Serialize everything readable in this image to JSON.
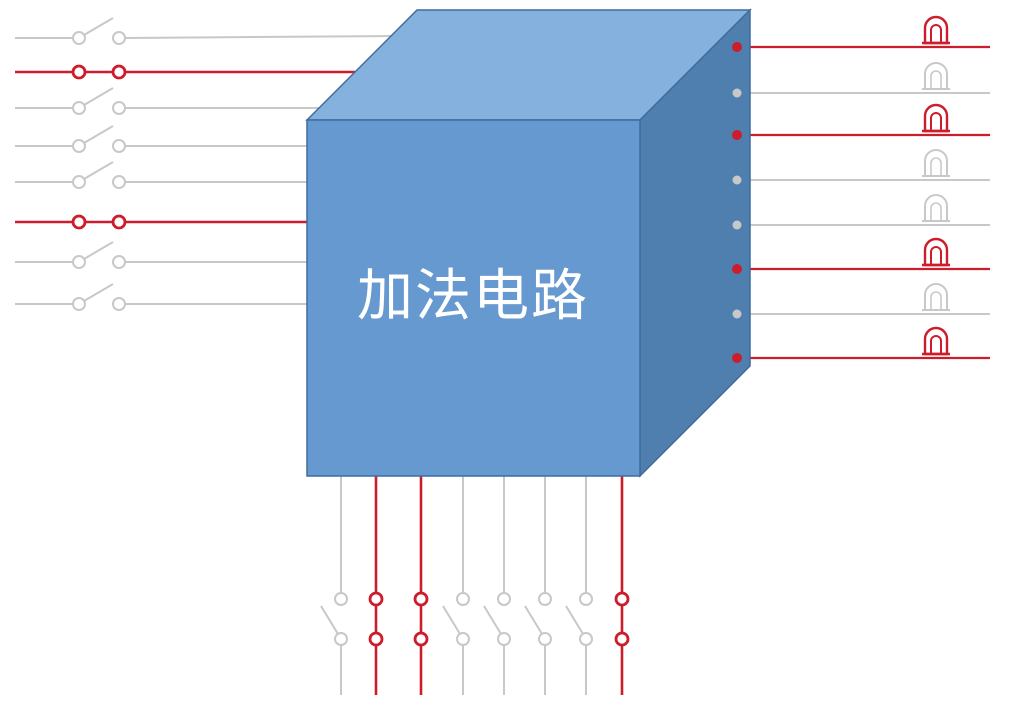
{
  "diagram": {
    "title": "加法电路",
    "colors": {
      "on": "#cc1d2c",
      "off": "#c8c8c8",
      "cube_front": "#6699cf",
      "cube_top": "#84b1dd",
      "cube_side": "#4f7faf",
      "cube_edge": "#3f6c9c",
      "label": "#ffffff"
    },
    "left_inputs": [
      {
        "state": "off"
      },
      {
        "state": "on"
      },
      {
        "state": "off"
      },
      {
        "state": "off"
      },
      {
        "state": "off"
      },
      {
        "state": "on"
      },
      {
        "state": "off"
      },
      {
        "state": "off"
      }
    ],
    "bottom_inputs": [
      {
        "state": "off"
      },
      {
        "state": "on"
      },
      {
        "state": "on"
      },
      {
        "state": "off"
      },
      {
        "state": "off"
      },
      {
        "state": "off"
      },
      {
        "state": "off"
      },
      {
        "state": "on"
      }
    ],
    "outputs": [
      {
        "state": "on"
      },
      {
        "state": "off"
      },
      {
        "state": "on"
      },
      {
        "state": "off"
      },
      {
        "state": "off"
      },
      {
        "state": "on"
      },
      {
        "state": "off"
      },
      {
        "state": "on"
      }
    ]
  }
}
